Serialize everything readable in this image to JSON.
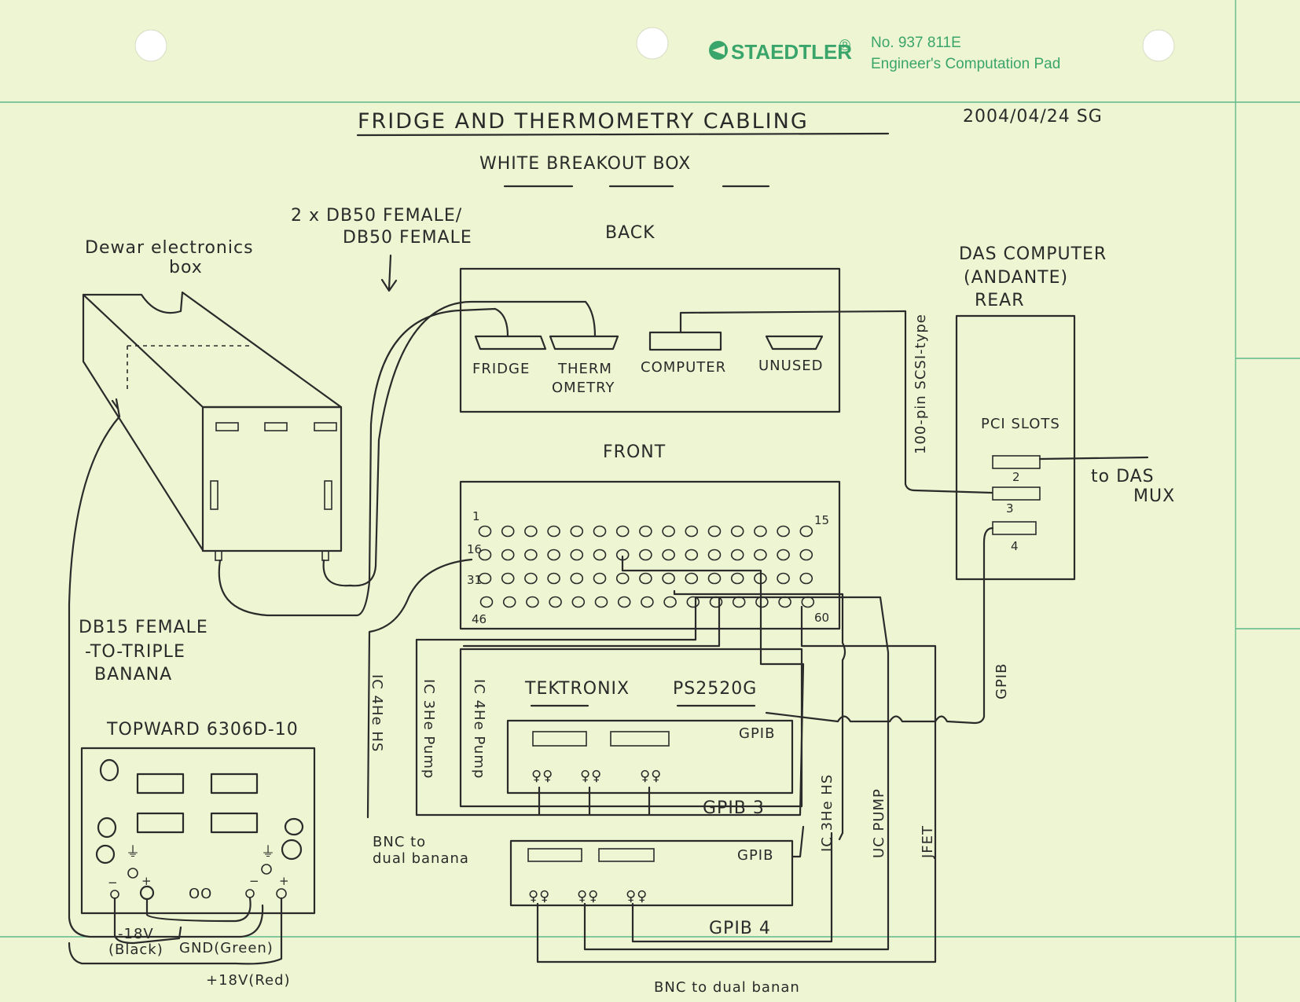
{
  "colors": {
    "paper": "#eef5d2",
    "grid": "#5fb98a",
    "ink": "#2b2b2b",
    "brand": "#3aa56b"
  },
  "pad": {
    "brand": "STAEDTLER",
    "registered": "®",
    "product_number": "No. 937 811E",
    "product_name": "Engineer's Computation Pad"
  },
  "header": {
    "title": "FRIDGE AND THERMOMETRY CABLING",
    "date_author": "2004/04/24 SG",
    "subtitle": "WHITE BREAKOUT BOX"
  },
  "labels": {
    "cable_top_1": "2 x DB50 FEMALE/",
    "cable_top_2": "DB50 FEMALE",
    "back": "BACK",
    "front": "FRONT",
    "dewar_1": "Dewar electronics",
    "dewar_2": "box",
    "fridge": "FRIDGE",
    "therm_1": "THERM",
    "therm_2": "OMETRY",
    "computer": "COMPUTER",
    "unused": "UNUSED",
    "scsi": "100-pin SCSI-type",
    "das_1": "DAS COMPUTER",
    "das_2": "(ANDANTE)",
    "das_3": "REAR",
    "pci": "PCI SLOTS",
    "slot_2": "2",
    "slot_3": "3",
    "slot_4": "4",
    "to_das_1": "to DAS",
    "to_das_2": "MUX",
    "gpib_vertical": "GPIB",
    "db15_1": "DB15 FEMALE",
    "db15_2": "-TO-TRIPLE",
    "db15_3": "BANANA",
    "topward": "TOPWARD 6306D-10",
    "tektronix": "TEKTRONIX",
    "ps_model": "PS2520G",
    "gpib": "GPIB",
    "gpib3": "GPIB 3",
    "gpib4": "GPIB 4",
    "ic4he_hs": "IC 4He HS",
    "ic3he_pump": "IC 3He Pump",
    "ic4he_pump": "IC 4He Pump",
    "ic3he_hs": "IC 3He HS",
    "uc_pump": "UC PUMP",
    "jfet": "JFET",
    "bnc_dual_1": "BNC to",
    "bnc_dual_2": "dual banana",
    "bnc_bottom": "BNC to dual banan",
    "minus18": "-18V",
    "black": "(Black)",
    "gnd": "GND(Green)",
    "plus18": "+18V(Red)",
    "pin_1": "1",
    "pin_15": "15",
    "pin_16": "16",
    "pin_31": "31",
    "pin_46": "46",
    "pin_60": "60"
  },
  "breakout": {
    "rows": [
      15,
      15,
      15,
      15
    ]
  }
}
